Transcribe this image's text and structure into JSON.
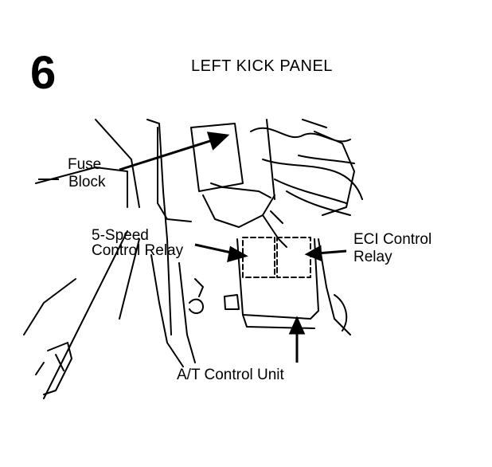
{
  "figure": {
    "number": "6",
    "title": "LEFT KICK PANEL"
  },
  "callouts": {
    "fuse_block": [
      "Fuse",
      "Block"
    ],
    "five_speed_relay": [
      "5-Speed",
      "Control Relay"
    ],
    "eci_relay": [
      "ECI Control",
      "Relay"
    ],
    "at_control_unit": "A/T Control Unit"
  }
}
